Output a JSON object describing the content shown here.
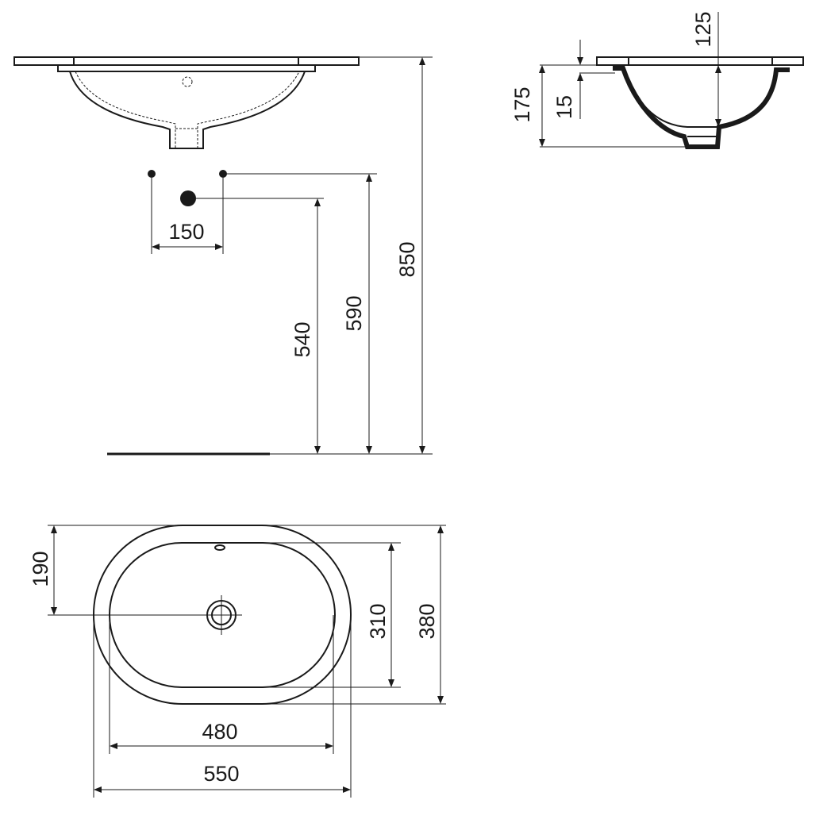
{
  "dimensions": {
    "tap_spacing": "150",
    "waste_height": "540",
    "tap_height": "590",
    "counter_height": "850",
    "bowl_depth": "125",
    "total_depth": "175",
    "flange_thickness": "15",
    "drain_offset": "190",
    "inner_depth": "310",
    "outer_depth": "380",
    "inner_width": "480",
    "outer_width": "550"
  }
}
